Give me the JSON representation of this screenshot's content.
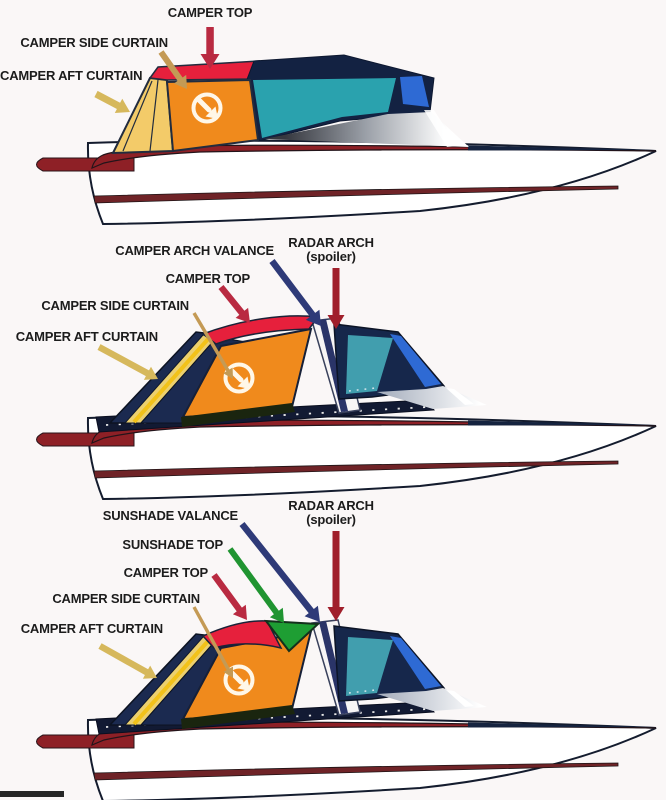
{
  "labels": {
    "s1_camper_top": "CAMPER TOP",
    "s1_side": "CAMPER SIDE CURTAIN",
    "s1_aft": "CAMPER AFT CURTAIN",
    "s2_valance": "CAMPER ARCH VALANCE",
    "s2_radar": "RADAR ARCH",
    "s2_radar_sub": "(spoiler)",
    "s2_camper_top": "CAMPER TOP",
    "s2_side": "CAMPER SIDE CURTAIN",
    "s2_aft": "CAMPER AFT CURTAIN",
    "s3_valance": "SUNSHADE VALANCE",
    "s3_top": "SUNSHADE TOP",
    "s3_radar": "RADAR ARCH",
    "s3_radar_sub": "(spoiler)",
    "s3_camper_top": "CAMPER TOP",
    "s3_side": "CAMPER SIDE CURTAIN",
    "s3_aft": "CAMPER AFT CURTAIN"
  },
  "colors": {
    "background": "#faf7f7",
    "label_text": "#1c1c1c",
    "arrow_crimson": "#b92a41",
    "arrow_tan": "#c49a55",
    "arrow_gold": "#d6b85c",
    "arrow_navy": "#2e3a78",
    "arrow_darkred": "#a01f2b",
    "arrow_green": "#209431",
    "camper_top_red": "#e6203c",
    "camper_side_orange": "#f08a1c",
    "camper_aft_yellow": "#f3cb69",
    "aft_stripe_yellow": "#ecd06e",
    "sunshade_green": "#1e9e33",
    "canvas_navy": "#1b2a50",
    "hull_stripe_red": "#8e2026",
    "hull_white": "#ffffff",
    "glass_teal": "#2aa2ae",
    "glass_teal_front": "#419eae",
    "glass_blue": "#2e6ad4",
    "arch_white": "#f7f5f5"
  }
}
